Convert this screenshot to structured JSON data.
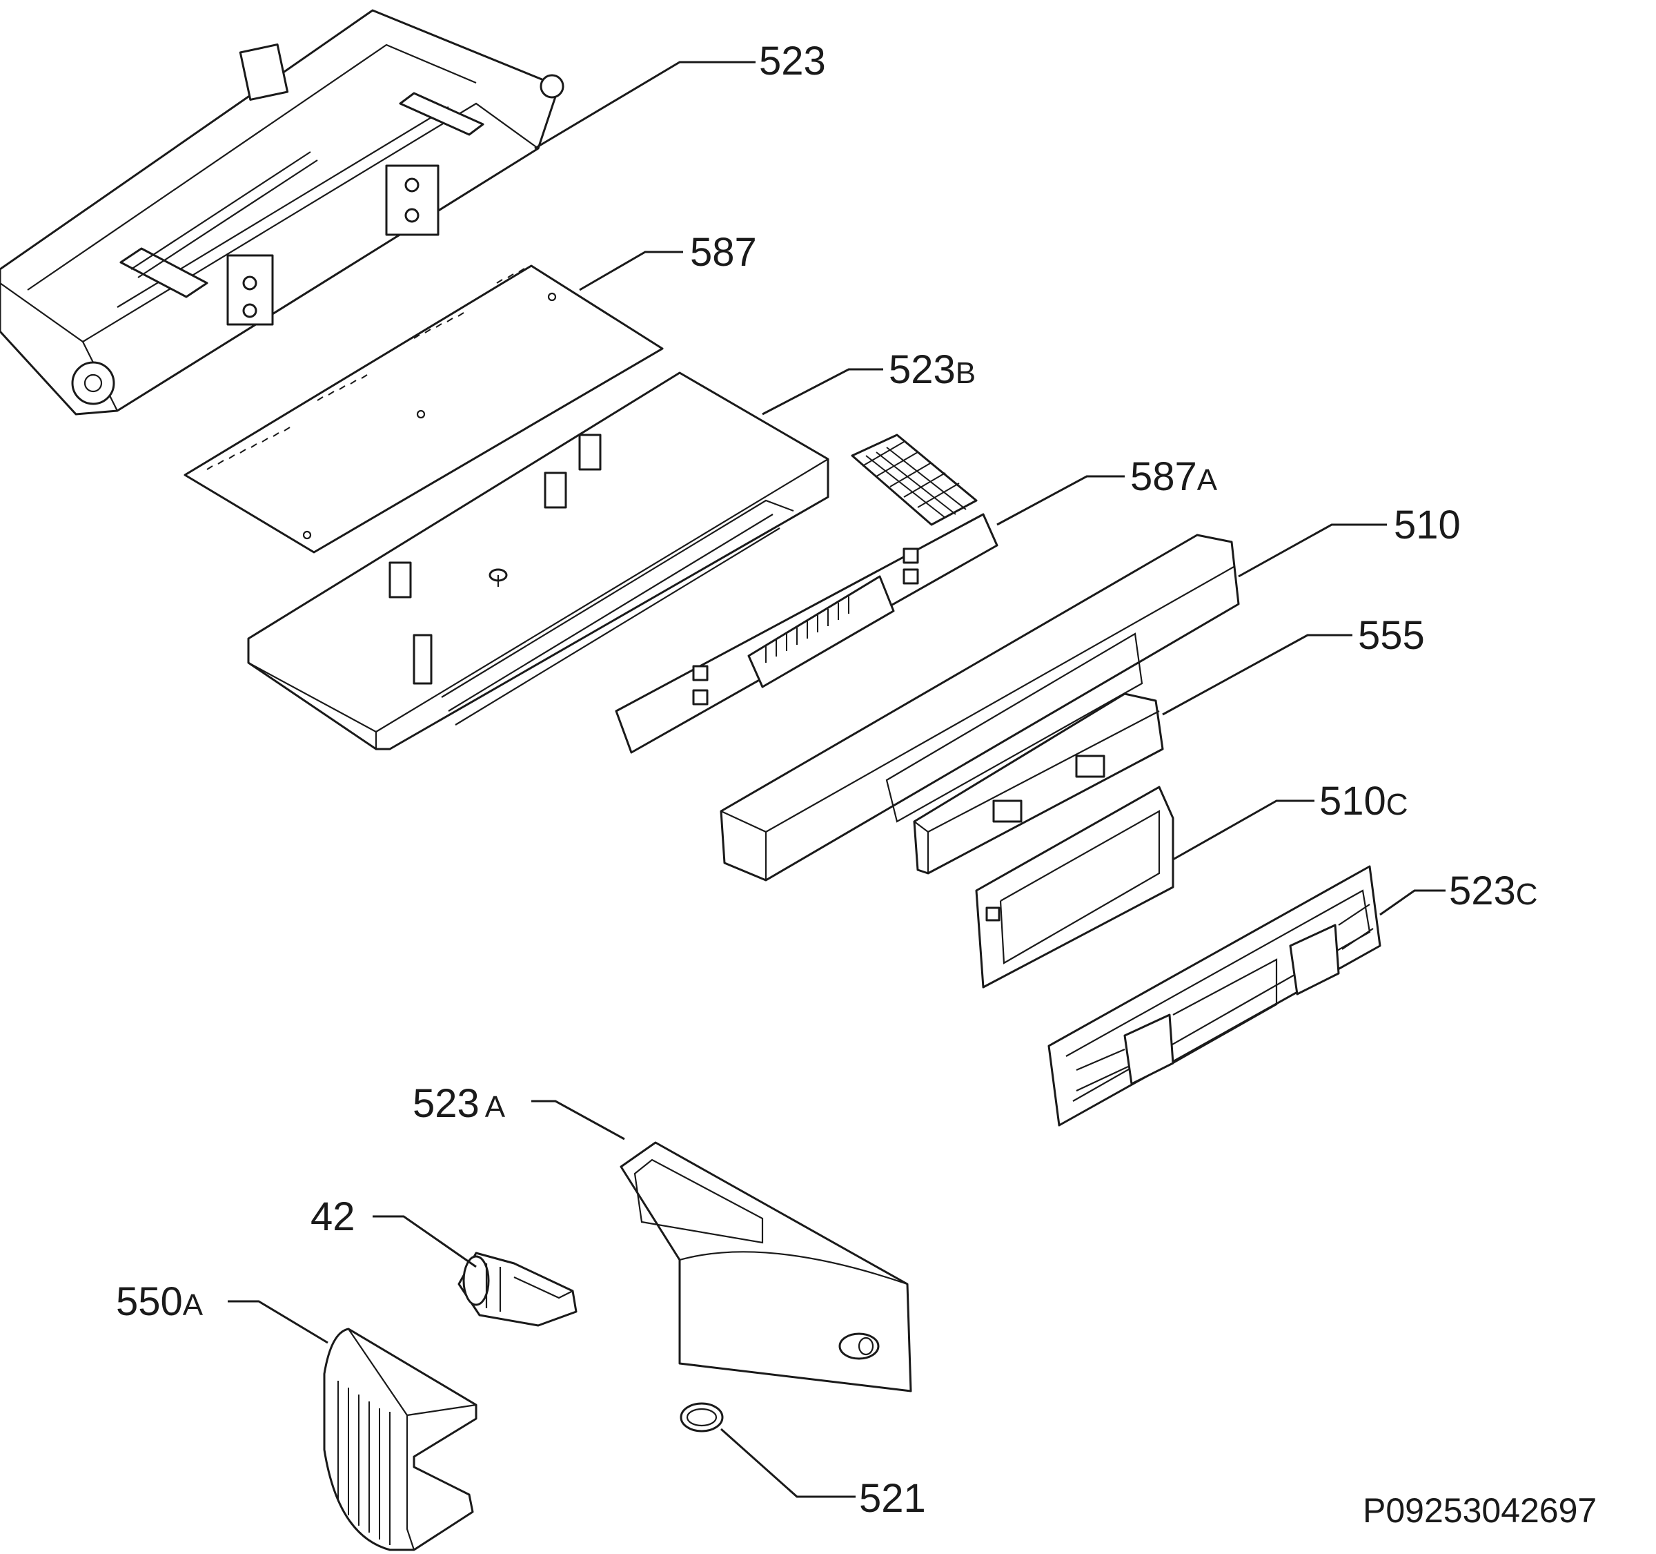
{
  "callouts": [
    {
      "id": "523",
      "num": "523",
      "suffix": ""
    },
    {
      "id": "587",
      "num": "587",
      "suffix": ""
    },
    {
      "id": "523b",
      "num": "523",
      "suffix": "B"
    },
    {
      "id": "587a",
      "num": "587",
      "suffix": "A"
    },
    {
      "id": "510",
      "num": "510",
      "suffix": ""
    },
    {
      "id": "555",
      "num": "555",
      "suffix": ""
    },
    {
      "id": "510c",
      "num": "510",
      "suffix": "C"
    },
    {
      "id": "523c",
      "num": "523",
      "suffix": "C"
    },
    {
      "id": "523a",
      "num": "523",
      "suffix": "A"
    },
    {
      "id": "42",
      "num": "42",
      "suffix": ""
    },
    {
      "id": "550a",
      "num": "550",
      "suffix": "A"
    },
    {
      "id": "521",
      "num": "521",
      "suffix": ""
    }
  ],
  "document_number": "P09253042697"
}
